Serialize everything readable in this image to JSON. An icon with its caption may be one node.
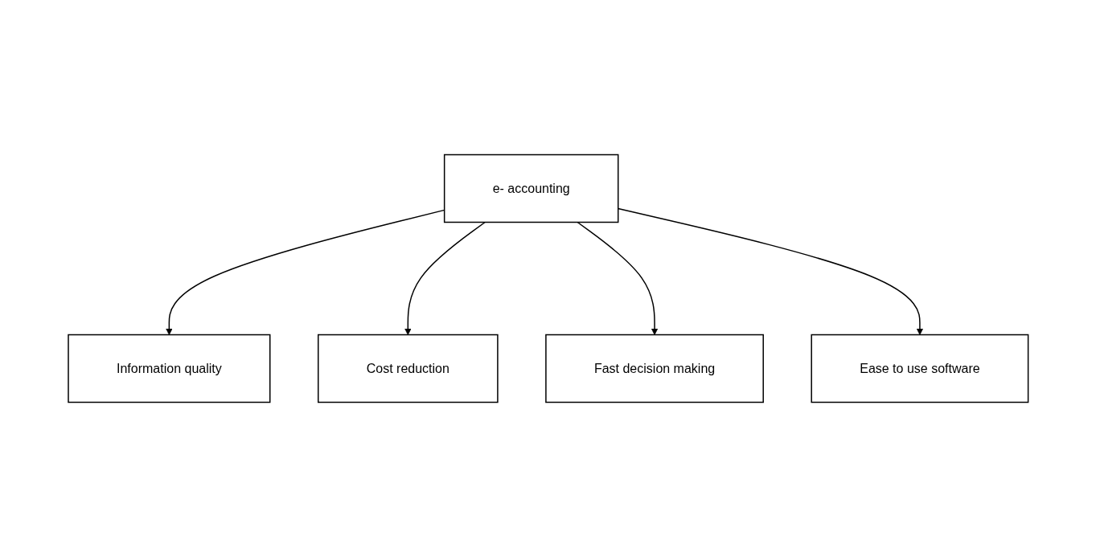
{
  "diagram": {
    "nodes": [
      {
        "text": [
          "e- accounting"
        ]
      },
      {
        "text": [
          "Information quality"
        ]
      },
      {
        "text": [
          "Cost reduction"
        ]
      },
      {
        "text": [
          "Fast decision making"
        ]
      },
      {
        "text": [
          "Ease to use software"
        ]
      }
    ],
    "edges": [
      {
        "from": 0,
        "to": 1,
        "arrow": "to"
      },
      {
        "from": 0,
        "to": 2,
        "arrow": "to"
      },
      {
        "from": 0,
        "to": 3,
        "arrow": "to"
      },
      {
        "from": 0,
        "to": 4,
        "arrow": "to"
      }
    ]
  }
}
